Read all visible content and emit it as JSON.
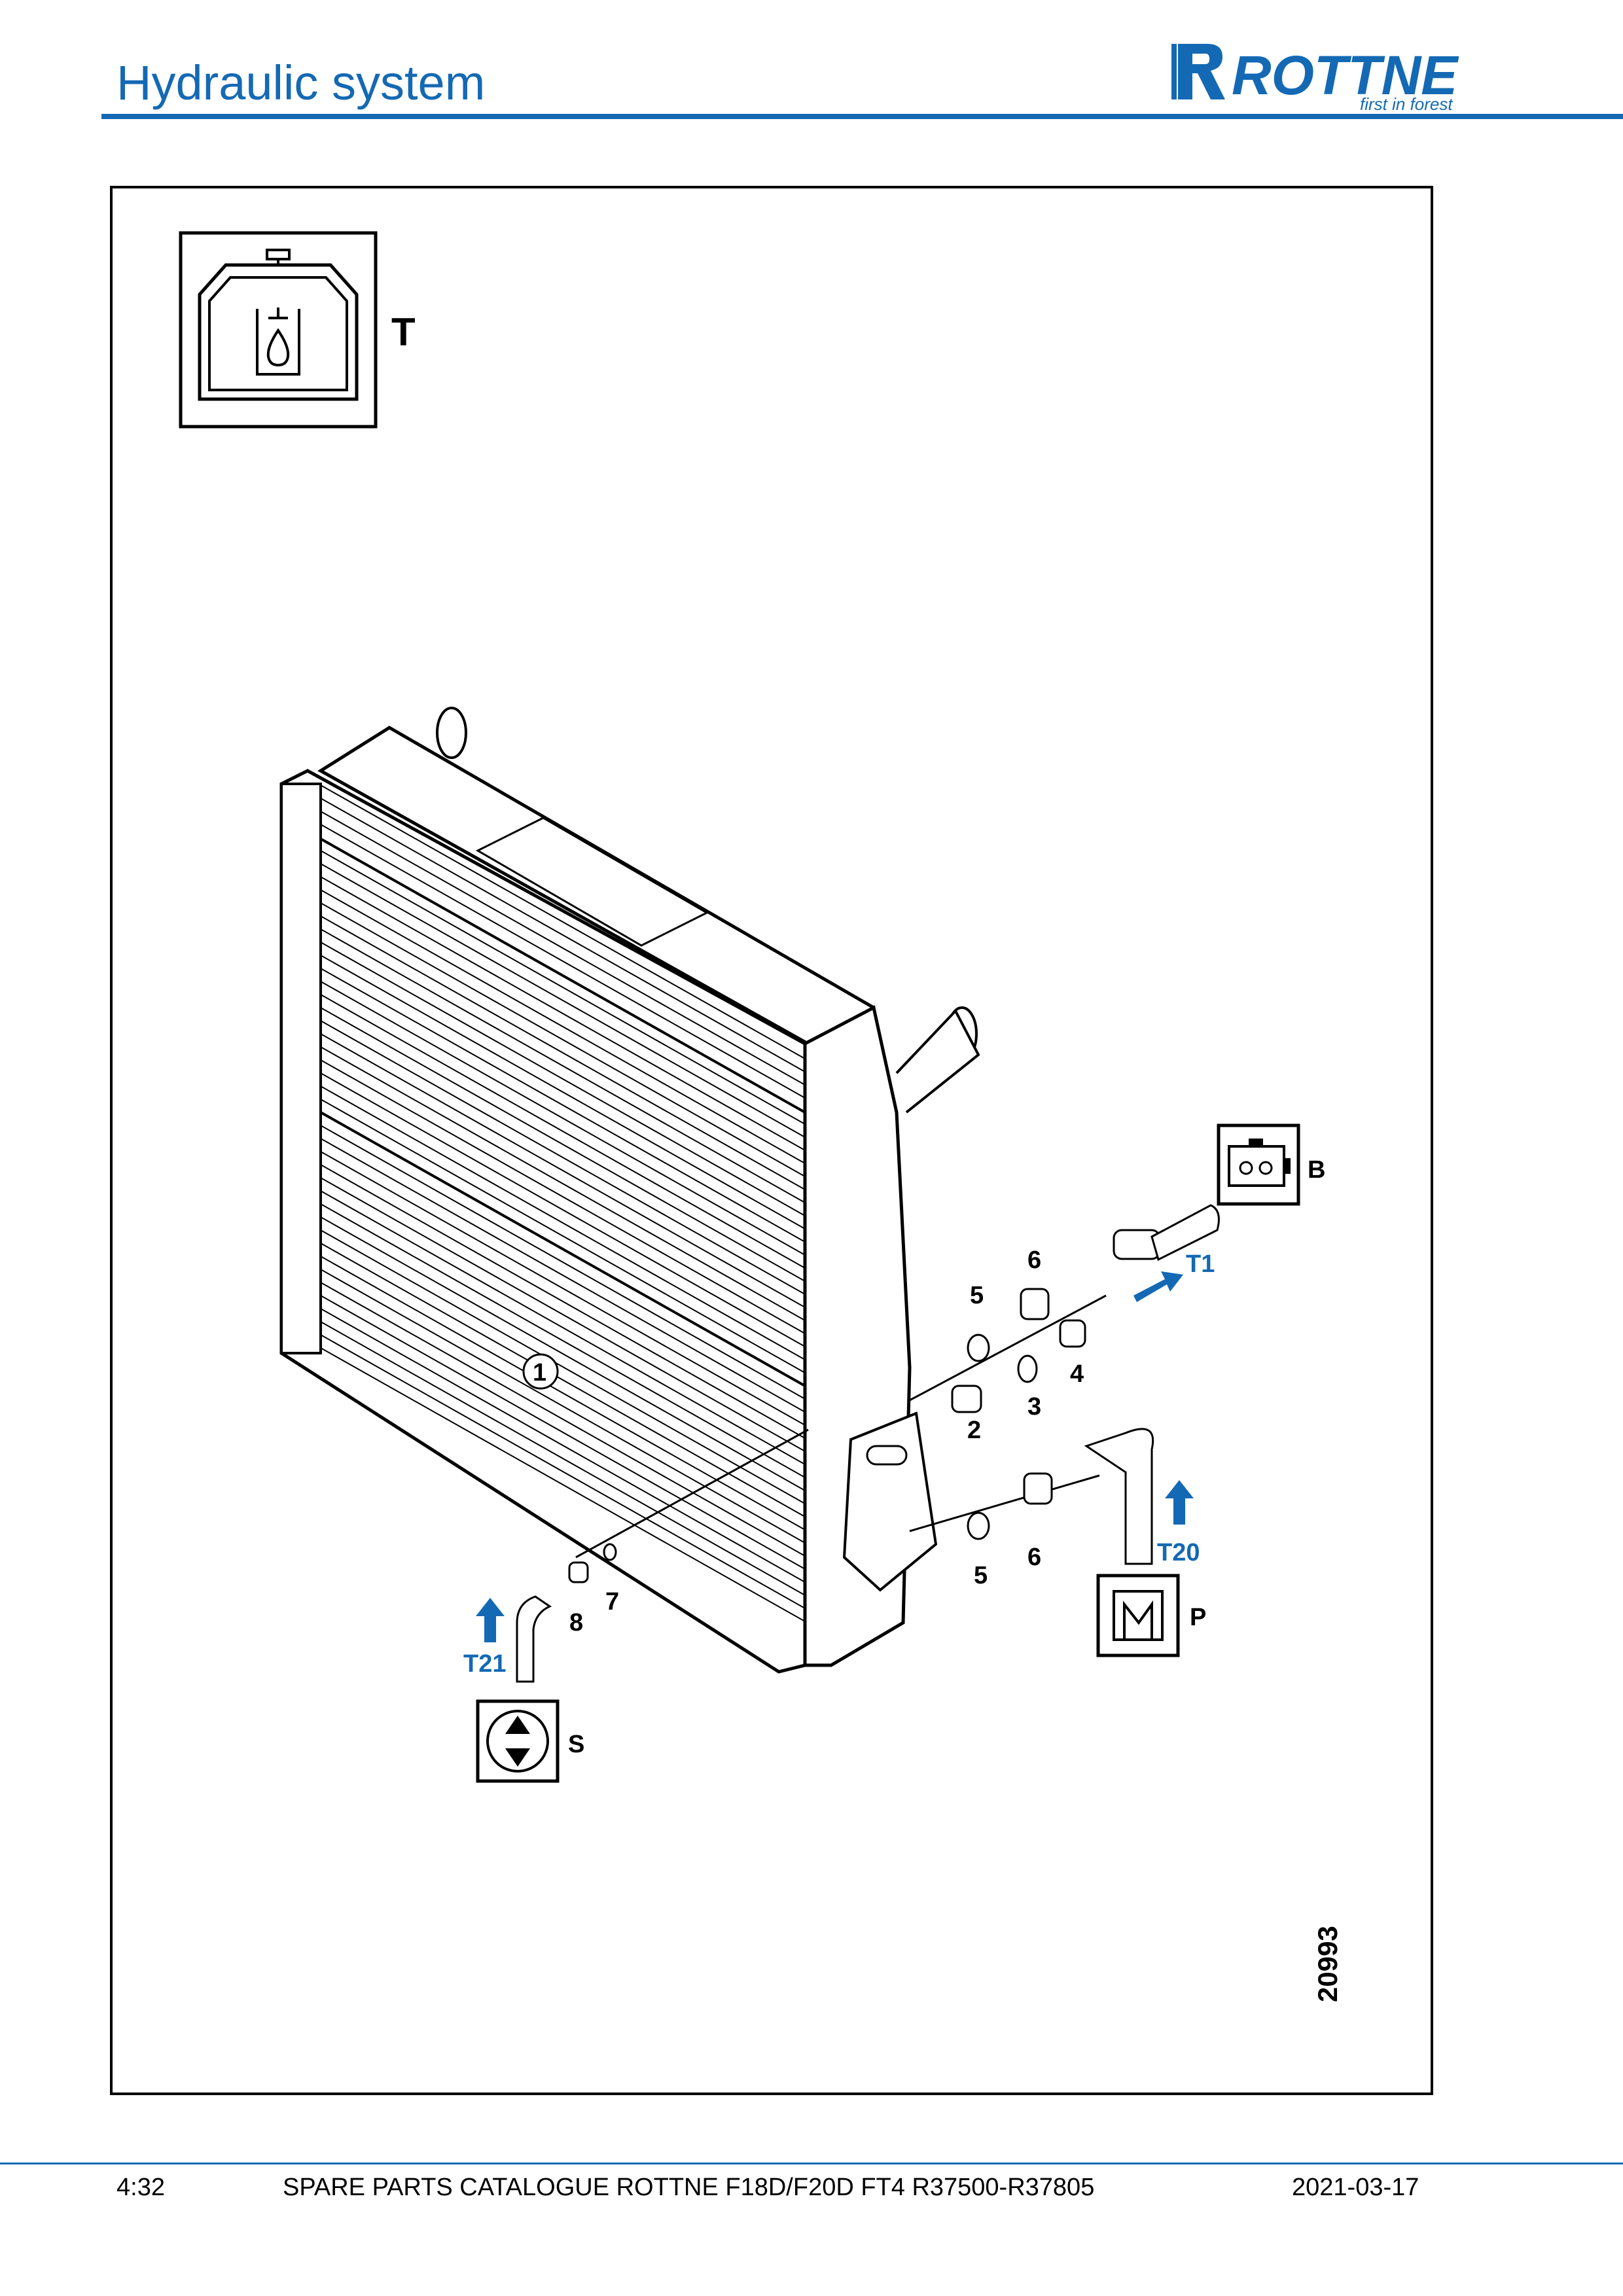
{
  "header": {
    "title": "Hydraulic system"
  },
  "logo": {
    "brand": "ROTTNE",
    "tagline": "first in forest",
    "color": "#1469b4"
  },
  "figure": {
    "id": "20993",
    "symbols": [
      {
        "letter": "T",
        "icon": "hydraulic-tank-icon"
      },
      {
        "letter": "B",
        "icon": "connector-icon"
      },
      {
        "letter": "P",
        "icon": "heat-exchanger-icon"
      },
      {
        "letter": "S",
        "icon": "up-down-valve-icon"
      }
    ],
    "flow_labels": [
      "T1",
      "T20",
      "T21"
    ],
    "callouts": [
      "1",
      "2",
      "3",
      "4",
      "5",
      "5",
      "6",
      "6",
      "7",
      "8"
    ],
    "accent": "#1469b4"
  },
  "footer": {
    "page": "4:32",
    "catalogue": "SPARE PARTS CATALOGUE ROTTNE F18D/F20D FT4 R37500-R37805",
    "date": "2021-03-17"
  }
}
